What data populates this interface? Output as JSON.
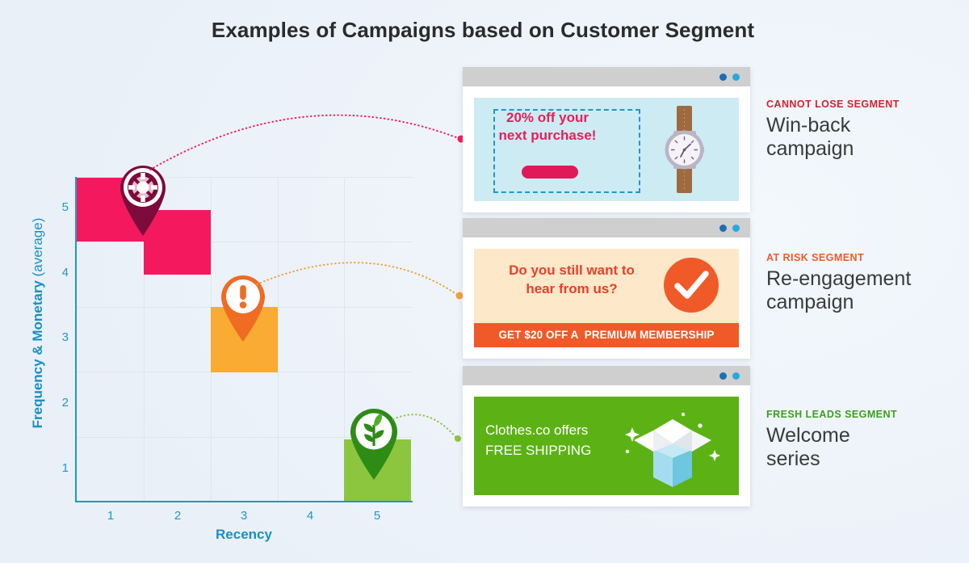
{
  "page": {
    "title": "Examples of Campaigns based on Customer Segment",
    "background_color": "#eef3fa"
  },
  "chart_data": {
    "type": "bar",
    "title": "",
    "xlabel": "Recency",
    "ylabel_bold": "Frequency & Monetary",
    "ylabel_regular": " (average)",
    "x_ticks": [
      "1",
      "2",
      "3",
      "4",
      "5"
    ],
    "y_ticks": [
      "5",
      "4",
      "3",
      "2",
      "1"
    ],
    "xlim": [
      0.5,
      5.5
    ],
    "ylim": [
      0.5,
      5.5
    ],
    "grid": true,
    "axis_color": "#2196c9",
    "categories": [
      "1",
      "2",
      "3",
      "4",
      "5"
    ],
    "bars": [
      {
        "segment": "Cannot Lose",
        "x": 1,
        "value": 5.5,
        "base": 4.5,
        "color": "#f4195f"
      },
      {
        "segment": "Cannot Lose",
        "x": 2,
        "value": 5.0,
        "base": 4.0,
        "color": "#f4195f"
      },
      {
        "segment": "At Risk",
        "x": 3,
        "value": 3.5,
        "base": 2.5,
        "color": "#f9ab32"
      },
      {
        "segment": "Fresh Leads",
        "x": 5,
        "value": 1.45,
        "base": 0.5,
        "color": "#8cc63e"
      }
    ],
    "values": [
      5.5,
      5.0,
      3.5,
      null,
      1.45
    ],
    "markers": [
      {
        "icon": "lifebuoy-icon",
        "x": 1.5,
        "y": 5.5,
        "color": "#7d0b3c",
        "segment": "Cannot Lose"
      },
      {
        "icon": "exclamation-icon",
        "x": 3,
        "y": 3.5,
        "color": "#ef6c24",
        "segment": "At Risk"
      },
      {
        "icon": "sprout-icon",
        "x": 5,
        "y": 1.45,
        "color": "#2e8b16",
        "segment": "Fresh Leads"
      }
    ]
  },
  "cards": [
    {
      "id": "card-winback",
      "window_dots": [
        "#1a6fb5",
        "#29a7e0"
      ],
      "headline_line1": "20% off your",
      "headline_line2": "next purchase!",
      "headline_color": "#e61e5a",
      "background": "#cdebf3",
      "illustration": "wristwatch-illustration",
      "button_color": "#e01a58"
    },
    {
      "id": "card-reengagement",
      "window_dots": [
        "#1a6fb5",
        "#29a7e0"
      ],
      "headline_line1": "Do you still want to",
      "headline_line2": "hear from us?",
      "headline_color": "#e8402a",
      "background": "#fde8c9",
      "illustration": "check-circle-illustration",
      "cta_text": "GET $20 OFF A  PREMIUM MEMBERSHIP",
      "cta_background": "#f05a28"
    },
    {
      "id": "card-welcome",
      "window_dots": [
        "#1a6fb5",
        "#29a7e0"
      ],
      "headline_line1": "Clothes.co offers",
      "headline_line2": "FREE SHIPPING",
      "headline_color": "#ffffff",
      "background": "#5cb215",
      "illustration": "open-box-illustration"
    }
  ],
  "segments": [
    {
      "kicker": "CANNOT LOSE SEGMENT",
      "kicker_color": "#d42230",
      "title_line1": "Win-back",
      "title_line2": "campaign"
    },
    {
      "kicker": "AT RISK SEGMENT",
      "kicker_color": "#f05a28",
      "title_line1": "Re-engagement",
      "title_line2": "campaign"
    },
    {
      "kicker": "FRESH LEADS SEGMENT",
      "kicker_color": "#3d9e1e",
      "title_line1": "Welcome",
      "title_line2": "series"
    }
  ],
  "connectors": [
    {
      "name": "connector-cannot-lose",
      "color": "#f4195f"
    },
    {
      "name": "connector-at-risk",
      "color": "#f0a03a"
    },
    {
      "name": "connector-fresh-leads",
      "color": "#8cc63e"
    }
  ]
}
